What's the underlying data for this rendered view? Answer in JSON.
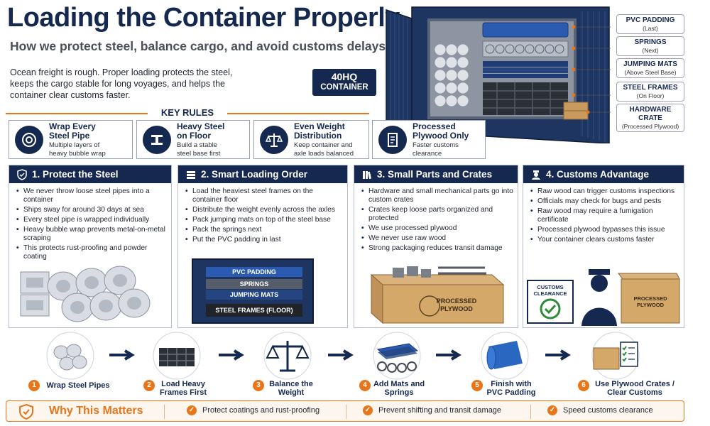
{
  "header": {
    "title": "Loading the Container Properly",
    "subtitle": "How we protect steel, balance cargo, and avoid customs delays",
    "intro": "Ocean freight is rough. Proper loading protects the steel, keeps the cargo stable for long voyages, and helps the container clear customs faster."
  },
  "container_badge": {
    "line1": "40HQ",
    "line2": "CONTAINER"
  },
  "callouts": [
    {
      "title": "PVC PADDING",
      "sub": "(Last)"
    },
    {
      "title": "SPRINGS",
      "sub": "(Next)"
    },
    {
      "title": "JUMPING MATS",
      "sub": "(Above Steel Base)"
    },
    {
      "title": "STEEL FRAMES",
      "sub": "(On Floor)"
    },
    {
      "title": "HARDWARE CRATE",
      "sub": "(Processed Plywood)"
    }
  ],
  "key_rules": {
    "title": "KEY RULES",
    "items": [
      {
        "title": "Wrap Every Steel Pipe",
        "title_l1": "Wrap Every",
        "title_l2": "Steel Pipe",
        "desc_l1": "Multiple layers of",
        "desc_l2": "heavy bubble wrap",
        "icon": "bubble-wrap-roll-icon"
      },
      {
        "title_l1": "Heavy Steel",
        "title_l2": "on Floor",
        "desc_l1": "Build a stable",
        "desc_l2": "steel base first",
        "icon": "steel-beam-icon"
      },
      {
        "title_l1": "Even Weight",
        "title_l2": "Distribution",
        "desc_l1": "Keep container and",
        "desc_l2": "axle loads balanced",
        "icon": "balance-scale-icon"
      },
      {
        "title_l1": "Processed",
        "title_l2": "Plywood Only",
        "desc_l1": "Faster customs",
        "desc_l2": "clearance",
        "icon": "document-icon"
      }
    ]
  },
  "sections": [
    {
      "title": "1. Protect the Steel",
      "icon": "shield-icon",
      "bullets": [
        "We never throw loose steel pipes into a container",
        "Ships sway for around 30 days at sea",
        "Every steel pipe is wrapped individually",
        "Heavy bubble wrap prevents metal-on-metal scraping",
        "This protects rust-proofing and powder coating"
      ]
    },
    {
      "title": "2. Smart Loading Order",
      "icon": "stack-icon",
      "bullets": [
        "Load the heaviest steel frames on the container floor",
        "Distribute the weight evenly across the axles",
        "Pack jumping mats on top of the steel base",
        "Pack the springs next",
        "Put the PVC padding in last"
      ],
      "stack_layers": [
        "PVC PADDING",
        "SPRINGS",
        "JUMPING MATS",
        "STEEL FRAMES (FLOOR)"
      ]
    },
    {
      "title": "3. Small Parts and Crates",
      "icon": "books-icon",
      "bullets": [
        "Hardware and small mechanical parts go into custom crates",
        "Crates keep loose parts organized and protected",
        "We use processed plywood",
        "We never use raw wood",
        "Strong packaging reduces transit damage"
      ],
      "crate_label_l1": "PROCESSED",
      "crate_label_l2": "PLYWOOD"
    },
    {
      "title": "4. Customs Advantage",
      "icon": "officer-icon",
      "bullets": [
        "Raw wood can trigger customs inspections",
        "Officials may check for bugs and pests",
        "Raw wood may require a fumigation certificate",
        "Processed plywood bypasses this issue",
        "Your container clears customs faster"
      ],
      "clearance_l1": "CUSTOMS",
      "clearance_l2": "CLEARANCE",
      "crate_label_l1": "PROCESSED",
      "crate_label_l2": "PLYWOOD"
    }
  ],
  "steps": [
    {
      "num": "1",
      "label_l1": "Wrap Steel Pipes",
      "label_l2": ""
    },
    {
      "num": "2",
      "label_l1": "Load Heavy",
      "label_l2": "Frames First"
    },
    {
      "num": "3",
      "label_l1": "Balance the",
      "label_l2": "Weight"
    },
    {
      "num": "4",
      "label_l1": "Add Mats and",
      "label_l2": "Springs"
    },
    {
      "num": "5",
      "label_l1": "Finish with",
      "label_l2": "PVC Padding"
    },
    {
      "num": "6",
      "label_l1": "Use Plywood Crates /",
      "label_l2": "Clear Customs"
    }
  ],
  "why": {
    "title": "Why This Matters",
    "items": [
      "Protect coatings and rust-proofing",
      "Prevent shifting and transit damage",
      "Speed customs clearance"
    ]
  },
  "colors": {
    "navy": "#15284f",
    "orange": "#e8751a",
    "container_blue": "#1d3560"
  }
}
